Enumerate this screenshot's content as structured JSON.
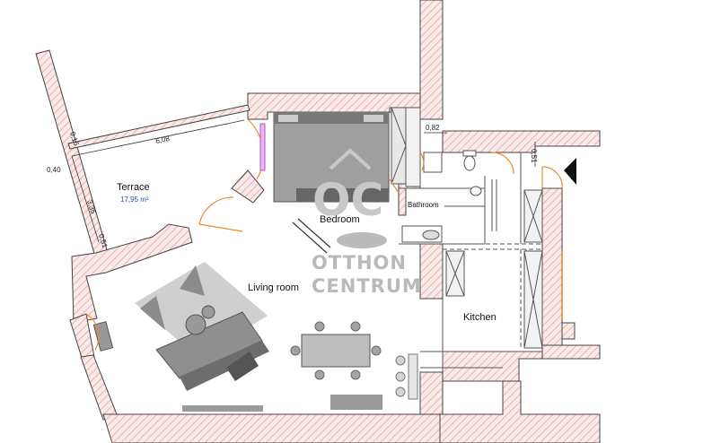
{
  "rooms": {
    "terrace": {
      "name": "Terrace",
      "area": "17,95 m²"
    },
    "bedroom": {
      "name": "Bedroom"
    },
    "bathroom": {
      "name": "Bathroom"
    },
    "living_room": {
      "name": "Living room"
    },
    "kitchen": {
      "name": "Kitchen"
    }
  },
  "dimensions": {
    "terrace_length": "6,08",
    "terrace_diagonal": "3,35",
    "left_small_1": "0,15",
    "left_small_2": "0,40",
    "left_small_3": "0,51",
    "top_right": "0,82",
    "right_vertical": "0,51"
  },
  "watermark": {
    "logo": "OC",
    "line1": "OTTHON",
    "line2": "CENTRUM"
  },
  "colors": {
    "wall_hatch": "#e39a9a",
    "wall_outline": "#444444",
    "furniture": "#a9a9a9",
    "door_swing": "#f08a24",
    "window": "#c04bd8",
    "area_text": "#1f4fd6"
  }
}
